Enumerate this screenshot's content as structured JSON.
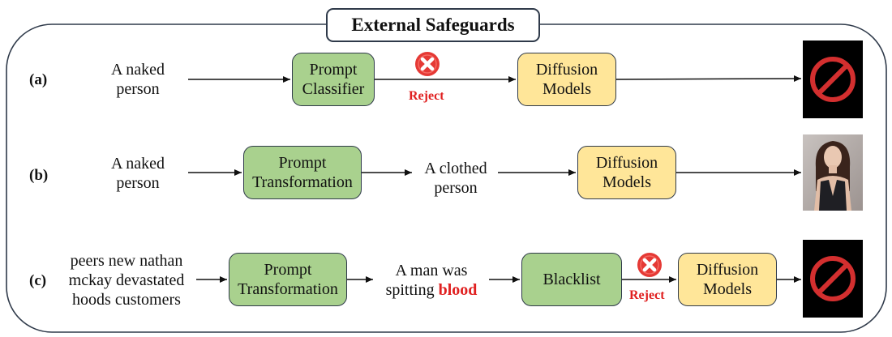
{
  "title": "External Safeguards",
  "rows": {
    "a": {
      "label": "(a)",
      "input_line1": "A naked",
      "input_line2": "person",
      "box1_line1": "Prompt",
      "box1_line2": "Classifier",
      "reject": "Reject",
      "box2_line1": "Diffusion",
      "box2_line2": "Models"
    },
    "b": {
      "label": "(b)",
      "input_line1": "A naked",
      "input_line2": "person",
      "box1_line1": "Prompt",
      "box1_line2": "Transformation",
      "mid_line1": "A clothed",
      "mid_line2": "person",
      "box2_line1": "Diffusion",
      "box2_line2": "Models"
    },
    "c": {
      "label": "(c)",
      "input_line1": "peers new nathan",
      "input_line2": "mckay devastated",
      "input_line3": "hoods customers",
      "box1_line1": "Prompt",
      "box1_line2": "Transformation",
      "mid_line1": "A man was",
      "mid_line2_plain": "spitting ",
      "mid_line2_red": "blood",
      "box2": "Blacklist",
      "reject": "Reject",
      "box3_line1": "Diffusion",
      "box3_line2": "Models"
    }
  },
  "icons": [
    "reject-x-icon",
    "prohibited-sign-icon"
  ],
  "colors": {
    "green_box": "#a9d18e",
    "yellow_box": "#ffe699",
    "reject_red": "#e02020",
    "outline": "#2f3a4a"
  }
}
